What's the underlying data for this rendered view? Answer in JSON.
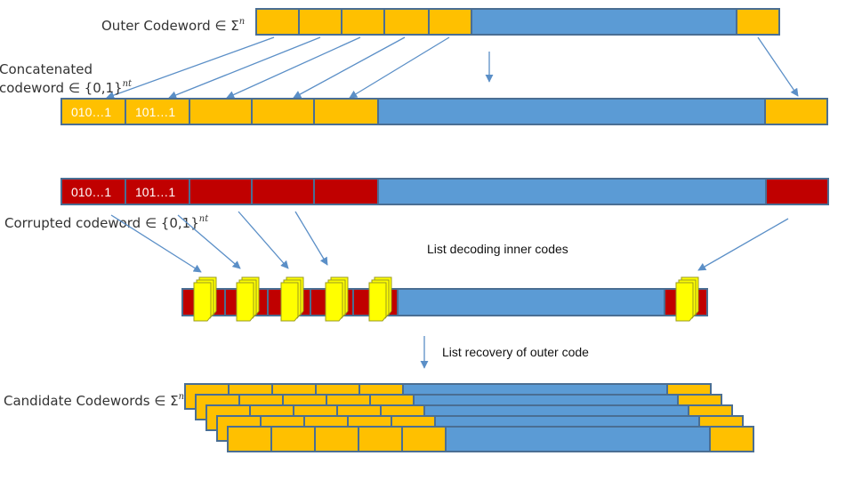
{
  "labels": {
    "outer": "Outer Codeword ∈ Σ",
    "outer_sup": "n",
    "concat_line1": "Concatenated",
    "concat_line2": "codeword ∈ {0,1}",
    "concat_sup": "nt",
    "corrupted": "Corrupted codeword ∈ {0,1}",
    "corrupted_sup": "nt",
    "inner_caption": "List decoding inner codes",
    "outer_caption": "List recovery of outer code",
    "candidate": "Candidate Codewords ∈ Σ",
    "candidate_sup": "n"
  },
  "cells": {
    "concat_a": "010…1",
    "concat_b": "101…1",
    "corrupt_a": "010…1",
    "corrupt_b": "101…1"
  },
  "colors": {
    "symbol": "#FFC000",
    "body": "#5B9BD5",
    "corrupt": "#C00000",
    "list": "#FFFF00",
    "border": "#4A6E93",
    "arrow": "#5B8FC7",
    "text": "#333333"
  }
}
